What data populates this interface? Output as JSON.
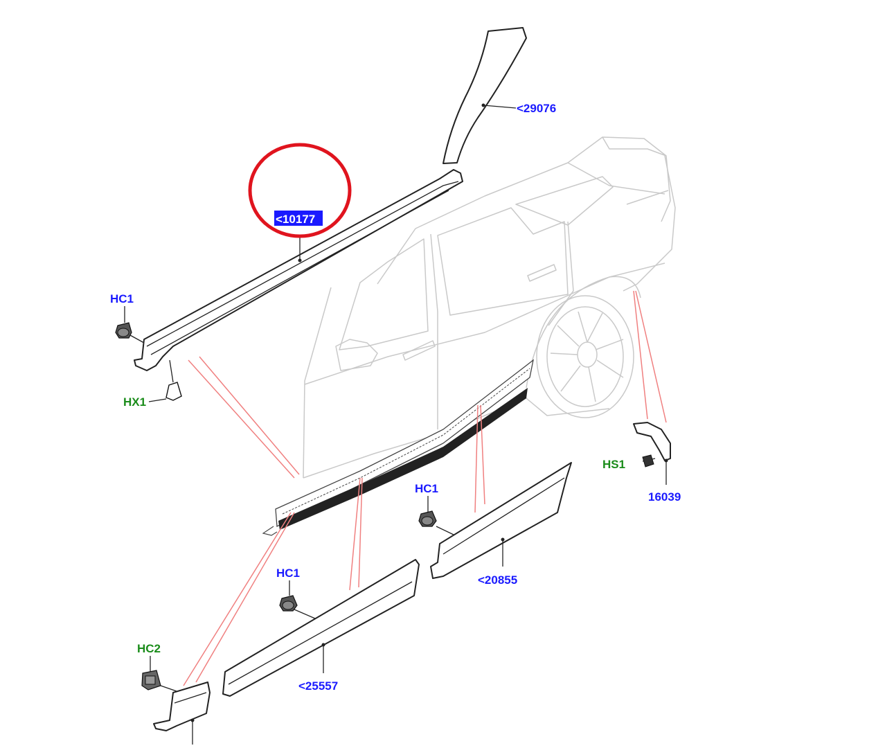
{
  "diagram": {
    "labels": {
      "part_29076": "<29076",
      "part_10177": "<10177",
      "hc1_a": "HC1",
      "hx1": "HX1",
      "hs1": "HS1",
      "part_16039": "16039",
      "hc1_b": "HC1",
      "part_20855": "<20855",
      "hc1_c": "HC1",
      "hc2": "HC2",
      "part_25557": "<25557"
    },
    "colors": {
      "reference_label": "#1a1aff",
      "fastener_label": "#1a8c1a",
      "selection_highlight": "#1a1aff",
      "callout_circle": "#e0141e",
      "guide_lines": "#f08080"
    }
  }
}
